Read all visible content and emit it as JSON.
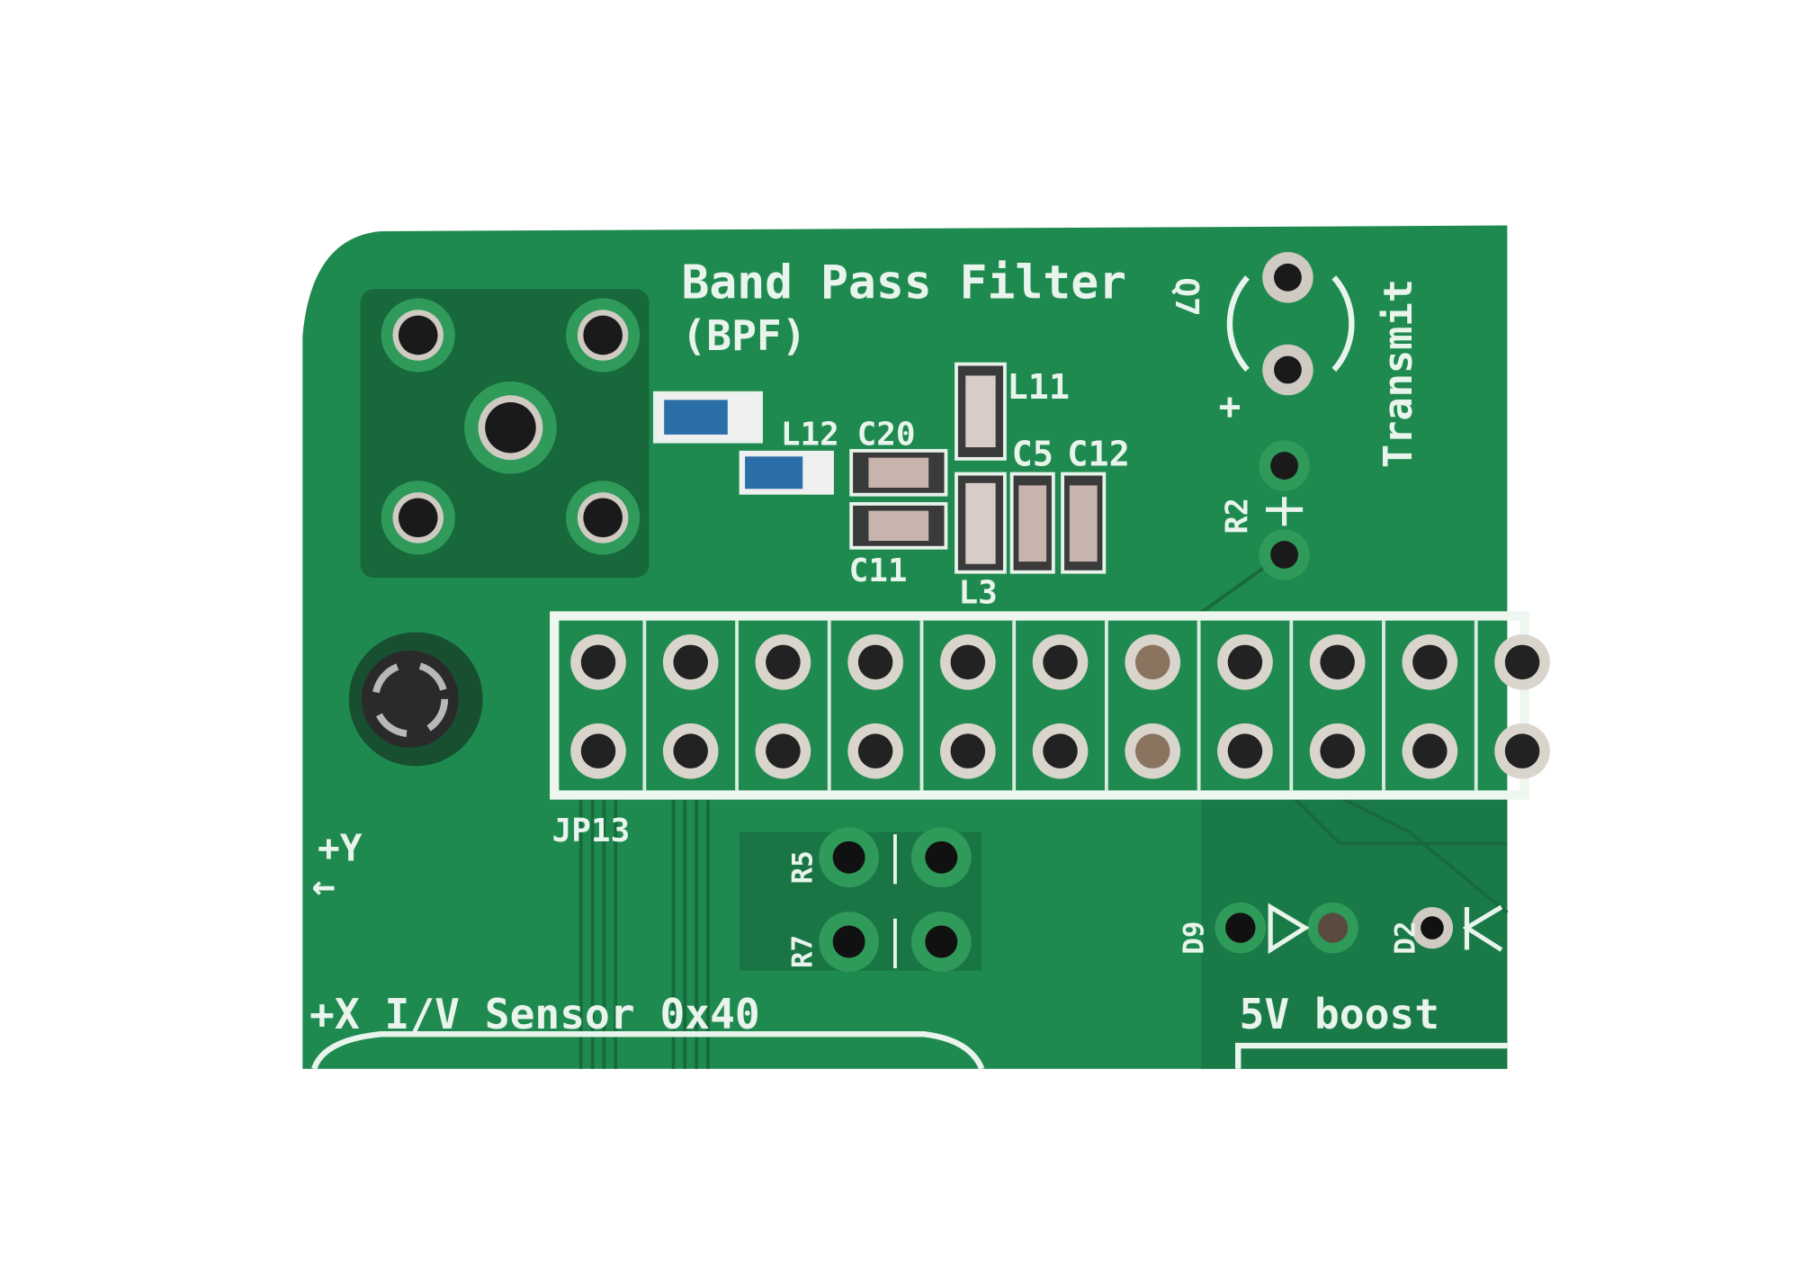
{
  "colors": {
    "board": "#1f8a4f",
    "board_dark": "#17683b",
    "silk": "#e8f4ec",
    "copper": "#b8b0a8",
    "pad_ring": "#d9d4cc",
    "hole": "#1a1a1a",
    "background": "#ffffff"
  },
  "labels": {
    "title_line1": "Band Pass Filter",
    "title_line2": "(BPF)",
    "l11": "L11",
    "l12": "L12",
    "c20": "C20",
    "c5": "C5",
    "c12": "C12",
    "c11": "C11",
    "l3": "L3",
    "q7": "Q7",
    "plus": "+",
    "transmit": "Transmit",
    "r2": "R2",
    "jp13": "JP13",
    "r5": "R5",
    "r7": "R7",
    "d9": "D9",
    "d2": "D2",
    "plus_y": "+Y",
    "arrow": "←",
    "sensor": "+X I/V Sensor 0x40",
    "boost": "5V boost"
  }
}
